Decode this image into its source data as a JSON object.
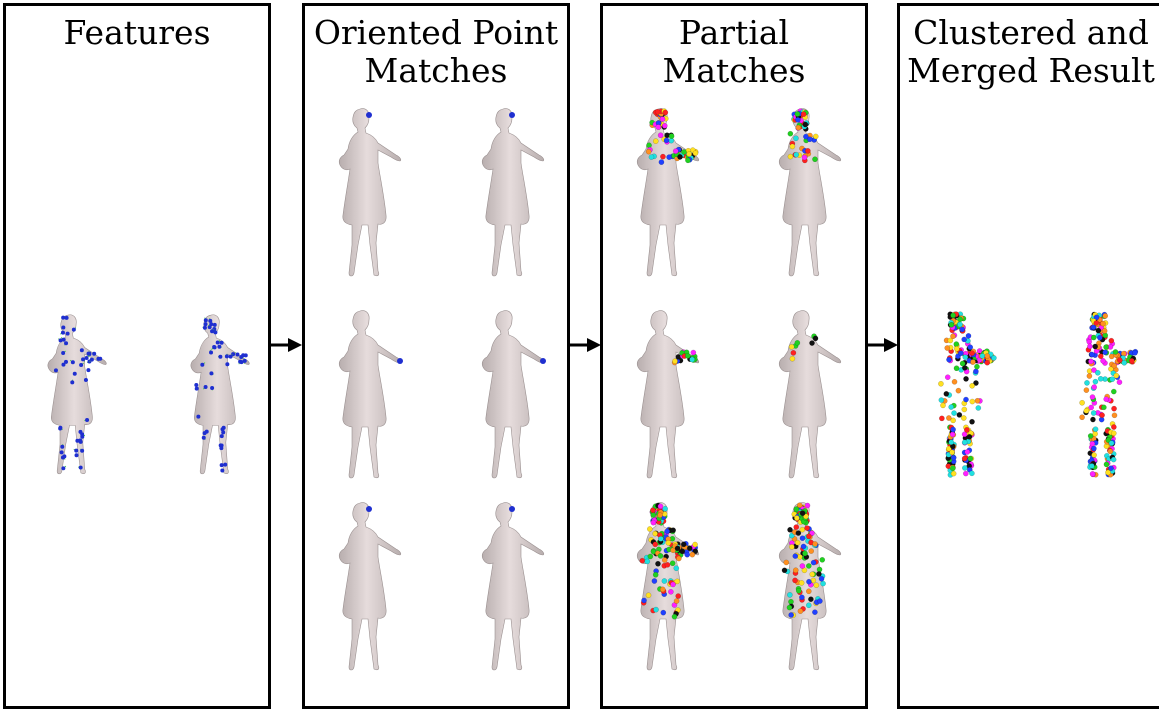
{
  "diagram": {
    "panels": [
      {
        "id": "features",
        "title": "Features"
      },
      {
        "id": "oriented",
        "title": "Oriented Point\nMatches"
      },
      {
        "id": "partial",
        "title": "Partial\nMatches"
      },
      {
        "id": "merged",
        "title": "Clustered and\nMerged Result"
      }
    ],
    "colors": {
      "mesh": "#e6dcdc",
      "mesh_shade": "#b8aeae",
      "feature_point": "#1f2fd0",
      "feature_tick": "#3cc43c",
      "cluster_colors": [
        "#ff2020",
        "#20d020",
        "#2040ff",
        "#ffe020",
        "#ff20ff",
        "#20e0e0",
        "#111111",
        "#ff9020"
      ]
    }
  }
}
